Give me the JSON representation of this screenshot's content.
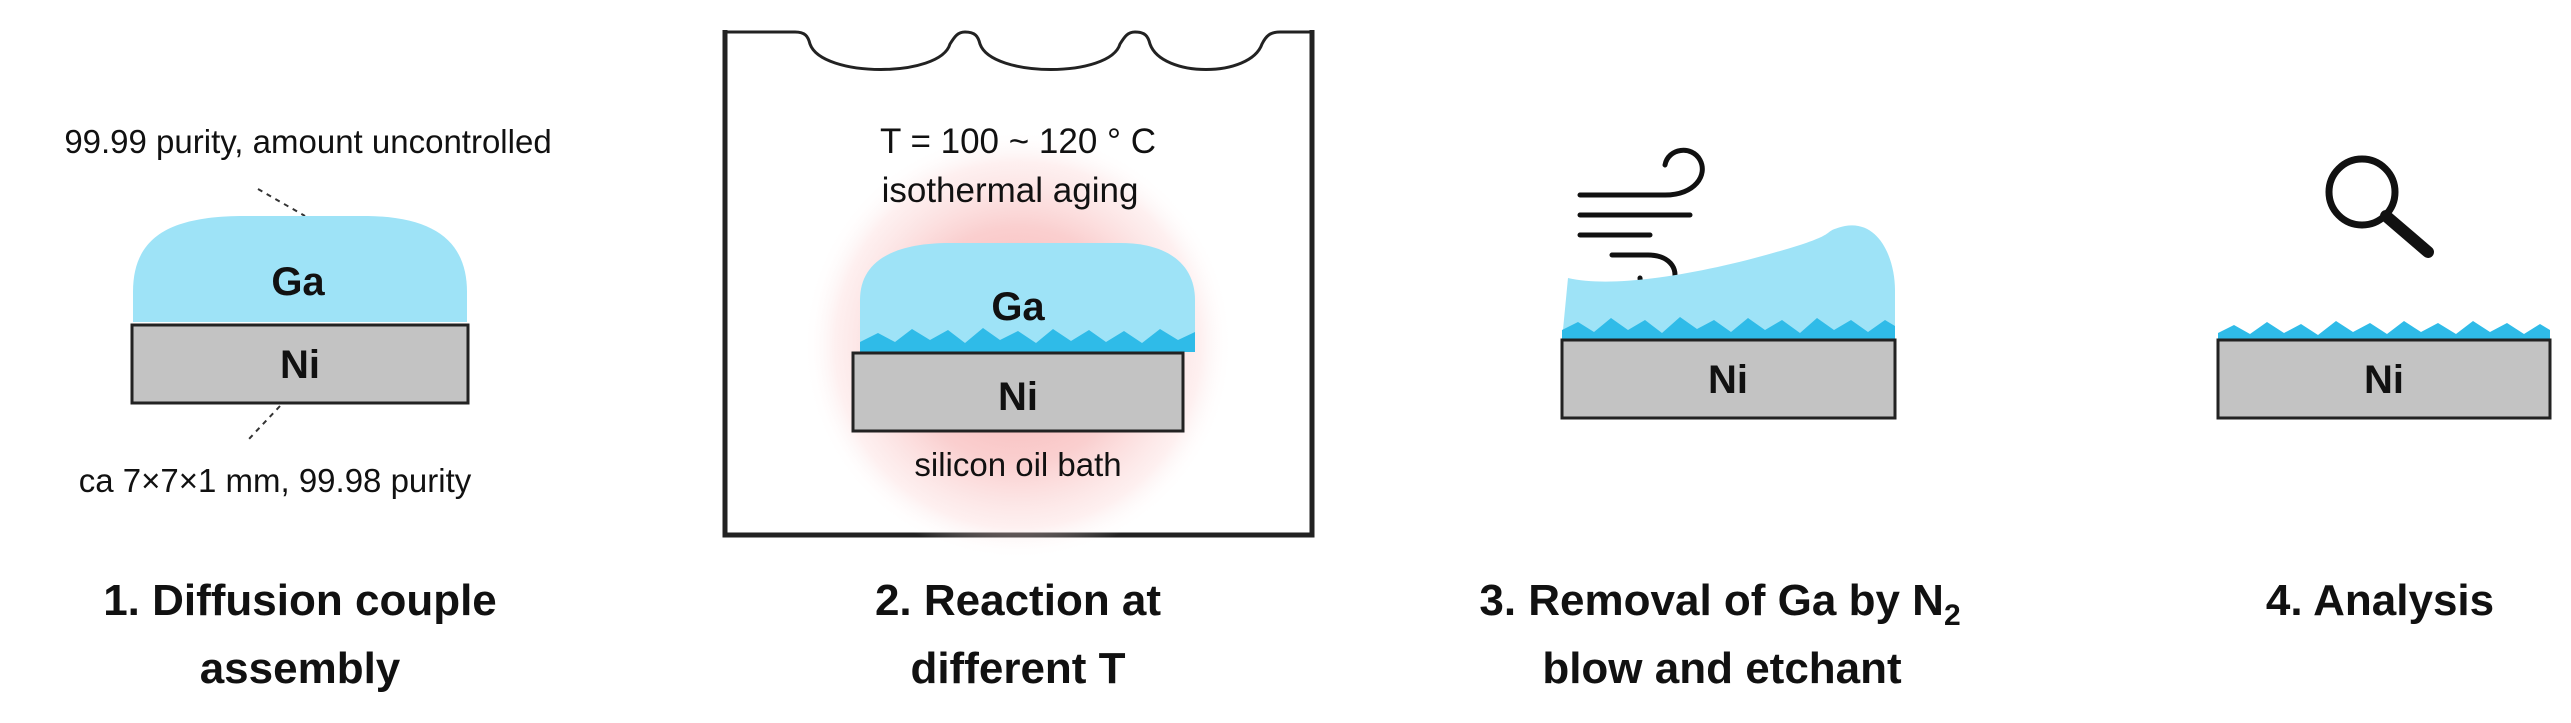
{
  "colors": {
    "gallium": "#9ee3f7",
    "gallium_reaction_layer": "#2fbbe8",
    "nickel": "#c3c3c3",
    "outline": "#222222",
    "heat_glow": "#f5a3a3"
  },
  "step1": {
    "note_top": "99.99 purity, amount uncontrolled",
    "ga_label": "Ga",
    "ni_label": "Ni",
    "note_bottom": "ca 7×7×1 mm, 99.98 purity",
    "caption_line1": "1. Diffusion couple",
    "caption_line2": "assembly"
  },
  "step2": {
    "temperature": "T = 100 ~ 120 ° C",
    "process": "isothermal aging",
    "ga_label": "Ga",
    "ni_label": "Ni",
    "bath": "silicon oil bath",
    "caption_line1": "2. Reaction at",
    "caption_line2": "different T"
  },
  "step3": {
    "icon": "wind-icon",
    "ni_label": "Ni",
    "caption_line1_prefix": "3. Removal of Ga by N",
    "caption_line1_subscript": "2",
    "caption_line2": "blow and etchant"
  },
  "step4": {
    "icon": "magnifier-icon",
    "ni_label": "Ni",
    "caption_line1": "4. Analysis"
  }
}
